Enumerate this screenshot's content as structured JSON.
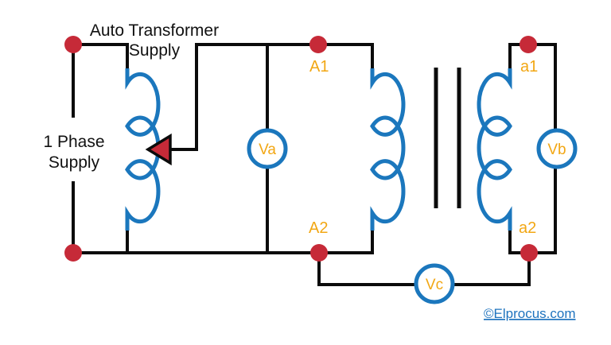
{
  "colors": {
    "background": "#ffffff",
    "wire": "#0b0b0b",
    "coil": "#1b77bd",
    "terminal": "#c62a38",
    "label": "#f2a714",
    "link": "#1e73be"
  },
  "source": {
    "label_line1": "1 Phase",
    "label_line2": "Supply"
  },
  "autotransformer": {
    "label_line1": "Auto Transformer",
    "label_line2": "Supply"
  },
  "terminals": {
    "A1": "A1",
    "A2": "A2",
    "a1": "a1",
    "a2": "a2"
  },
  "voltmeters": {
    "va": "Va",
    "vb": "Vb",
    "vc": "Vc"
  },
  "watermark": {
    "text": "©Elprocus.com"
  }
}
